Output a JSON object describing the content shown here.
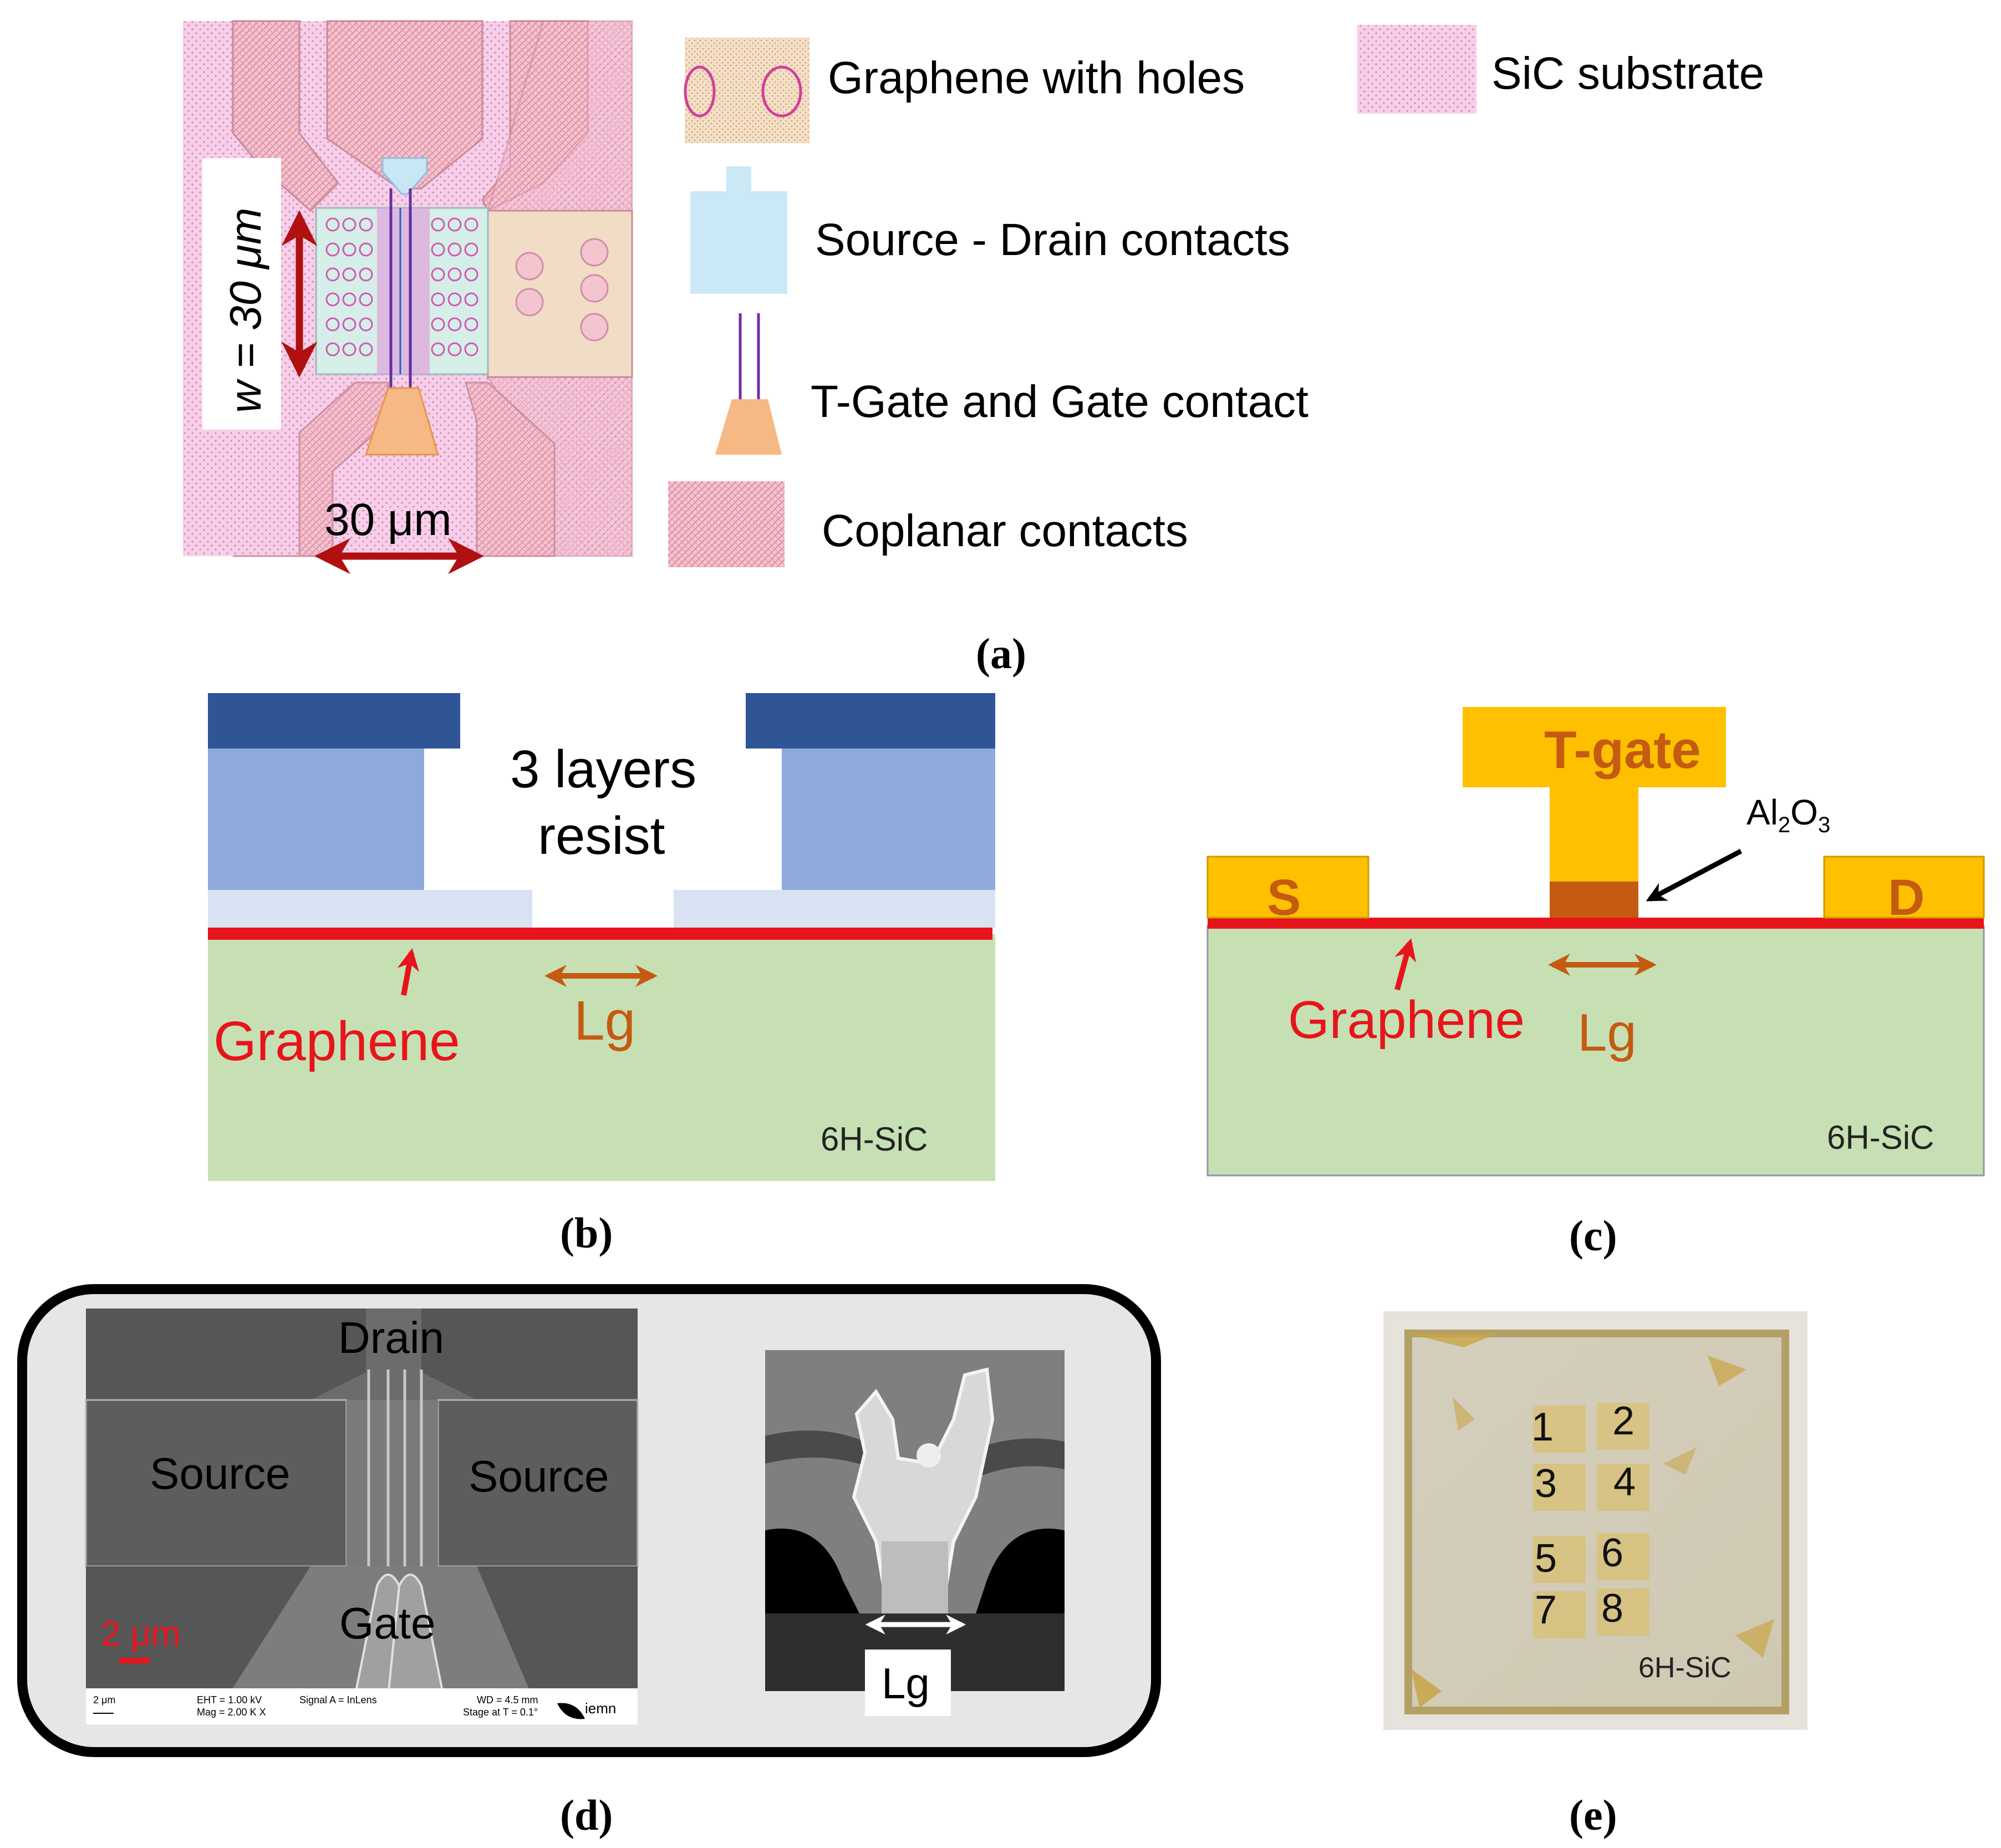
{
  "panel_a": {
    "caption": "(a)",
    "width_label": "w = 30 μm",
    "length_label": "30 μm",
    "legend": {
      "graphene_holes": "Graphene with holes",
      "sic_substrate": "SiC substrate",
      "source_drain": "Source - Drain contacts",
      "tgate": "T-Gate and Gate contact",
      "coplanar": "Coplanar contacts"
    }
  },
  "panel_b": {
    "caption": "(b)",
    "resist_line1": "3 layers",
    "resist_line2": "resist",
    "graphene": "Graphene",
    "lg": "Lg",
    "substrate": "6H-SiC"
  },
  "panel_c": {
    "caption": "(c)",
    "tgate": "T-gate",
    "oxide": "Al",
    "oxide_sub1": "2",
    "oxide_o": "O",
    "oxide_sub2": "3",
    "source": "S",
    "drain": "D",
    "graphene": "Graphene",
    "lg": "Lg",
    "substrate": "6H-SiC"
  },
  "panel_d": {
    "caption": "(d)",
    "drain": "Drain",
    "source_left": "Source",
    "source_right": "Source",
    "gate": "Gate",
    "scale": "2 μm",
    "sem_info": {
      "scale_small": "2 μm",
      "eht": "EHT = 1.00 kV",
      "mag": "Mag = 2.00 K X",
      "signal": "Signal A = InLens",
      "wd": "WD = 4.5 mm",
      "stage": "Stage at T = 0.1°",
      "logo": "iemn"
    },
    "lg": "Lg"
  },
  "panel_e": {
    "caption": "(e)",
    "devices": [
      "1",
      "2",
      "3",
      "4",
      "5",
      "6",
      "7",
      "8"
    ],
    "substrate": "6H-SiC"
  },
  "colors": {
    "graphene_red": "#e8141b",
    "substrate_green": "#c6e0b4",
    "resist_dark": "#2f5597",
    "resist_mid": "#8eaadb",
    "resist_light": "#d9e2f3",
    "gate_gold": "#ffc000",
    "oxide_brown": "#c55a11",
    "lg_arrow": "#c55a11",
    "arrow_darkred": "#b01010"
  }
}
